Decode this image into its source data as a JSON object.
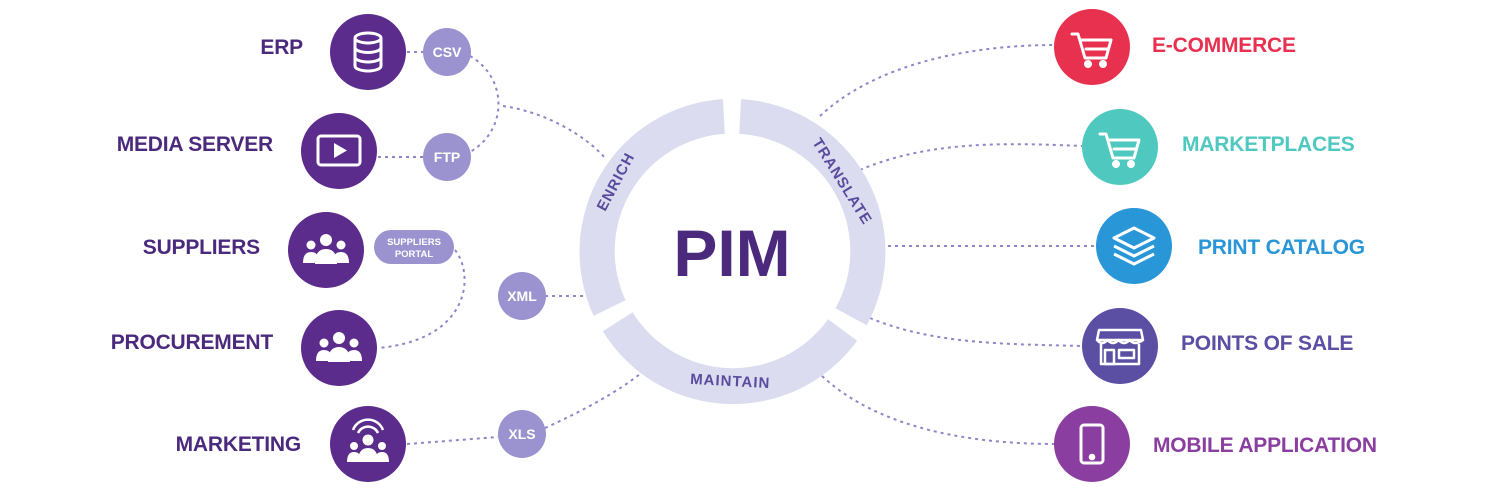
{
  "colors": {
    "source_node": "#5b2c8c",
    "connector": "#9a93cf",
    "ring": "#dcdcf0",
    "ring_text": "#5a4b9c",
    "title": "#4b2a7e",
    "dashed_link": "#8f86c8"
  },
  "center": {
    "title": "PIM",
    "ring_labels": {
      "enrich": "ENRICH",
      "translate": "TRANSLATE",
      "maintain": "MAINTAIN"
    }
  },
  "sources": {
    "erp": {
      "label": "ERP",
      "icon": "database-icon"
    },
    "media_server": {
      "label": "MEDIA SERVER",
      "icon": "video-player-icon"
    },
    "suppliers": {
      "label": "SUPPLIERS",
      "icon": "group-icon"
    },
    "procurement": {
      "label": "PROCUREMENT",
      "icon": "group-icon"
    },
    "marketing": {
      "label": "MARKETING",
      "icon": "broadcast-group-icon"
    }
  },
  "connectors": {
    "csv": "CSV",
    "ftp": "FTP",
    "suppliers_portal": {
      "line1": "SUPPLIERS",
      "line2": "PORTAL"
    },
    "xml": "XML",
    "xls": "XLS"
  },
  "outputs": {
    "ecommerce": {
      "label": "E-COMMERCE",
      "icon": "shopping-cart-icon",
      "color": "#e8304f"
    },
    "marketplaces": {
      "label": "MARKETPLACES",
      "icon": "shopping-cart-icon",
      "color": "#4fc8bf"
    },
    "print_catalog": {
      "label": "PRINT CATALOG",
      "icon": "layers-icon",
      "color": "#2996d8"
    },
    "points_of_sale": {
      "label": "POINTS OF SALE",
      "icon": "storefront-icon",
      "color": "#5a4fa3"
    },
    "mobile_application": {
      "label": "MOBILE APPLICATION",
      "icon": "smartphone-icon",
      "color": "#8a3fa0"
    }
  }
}
